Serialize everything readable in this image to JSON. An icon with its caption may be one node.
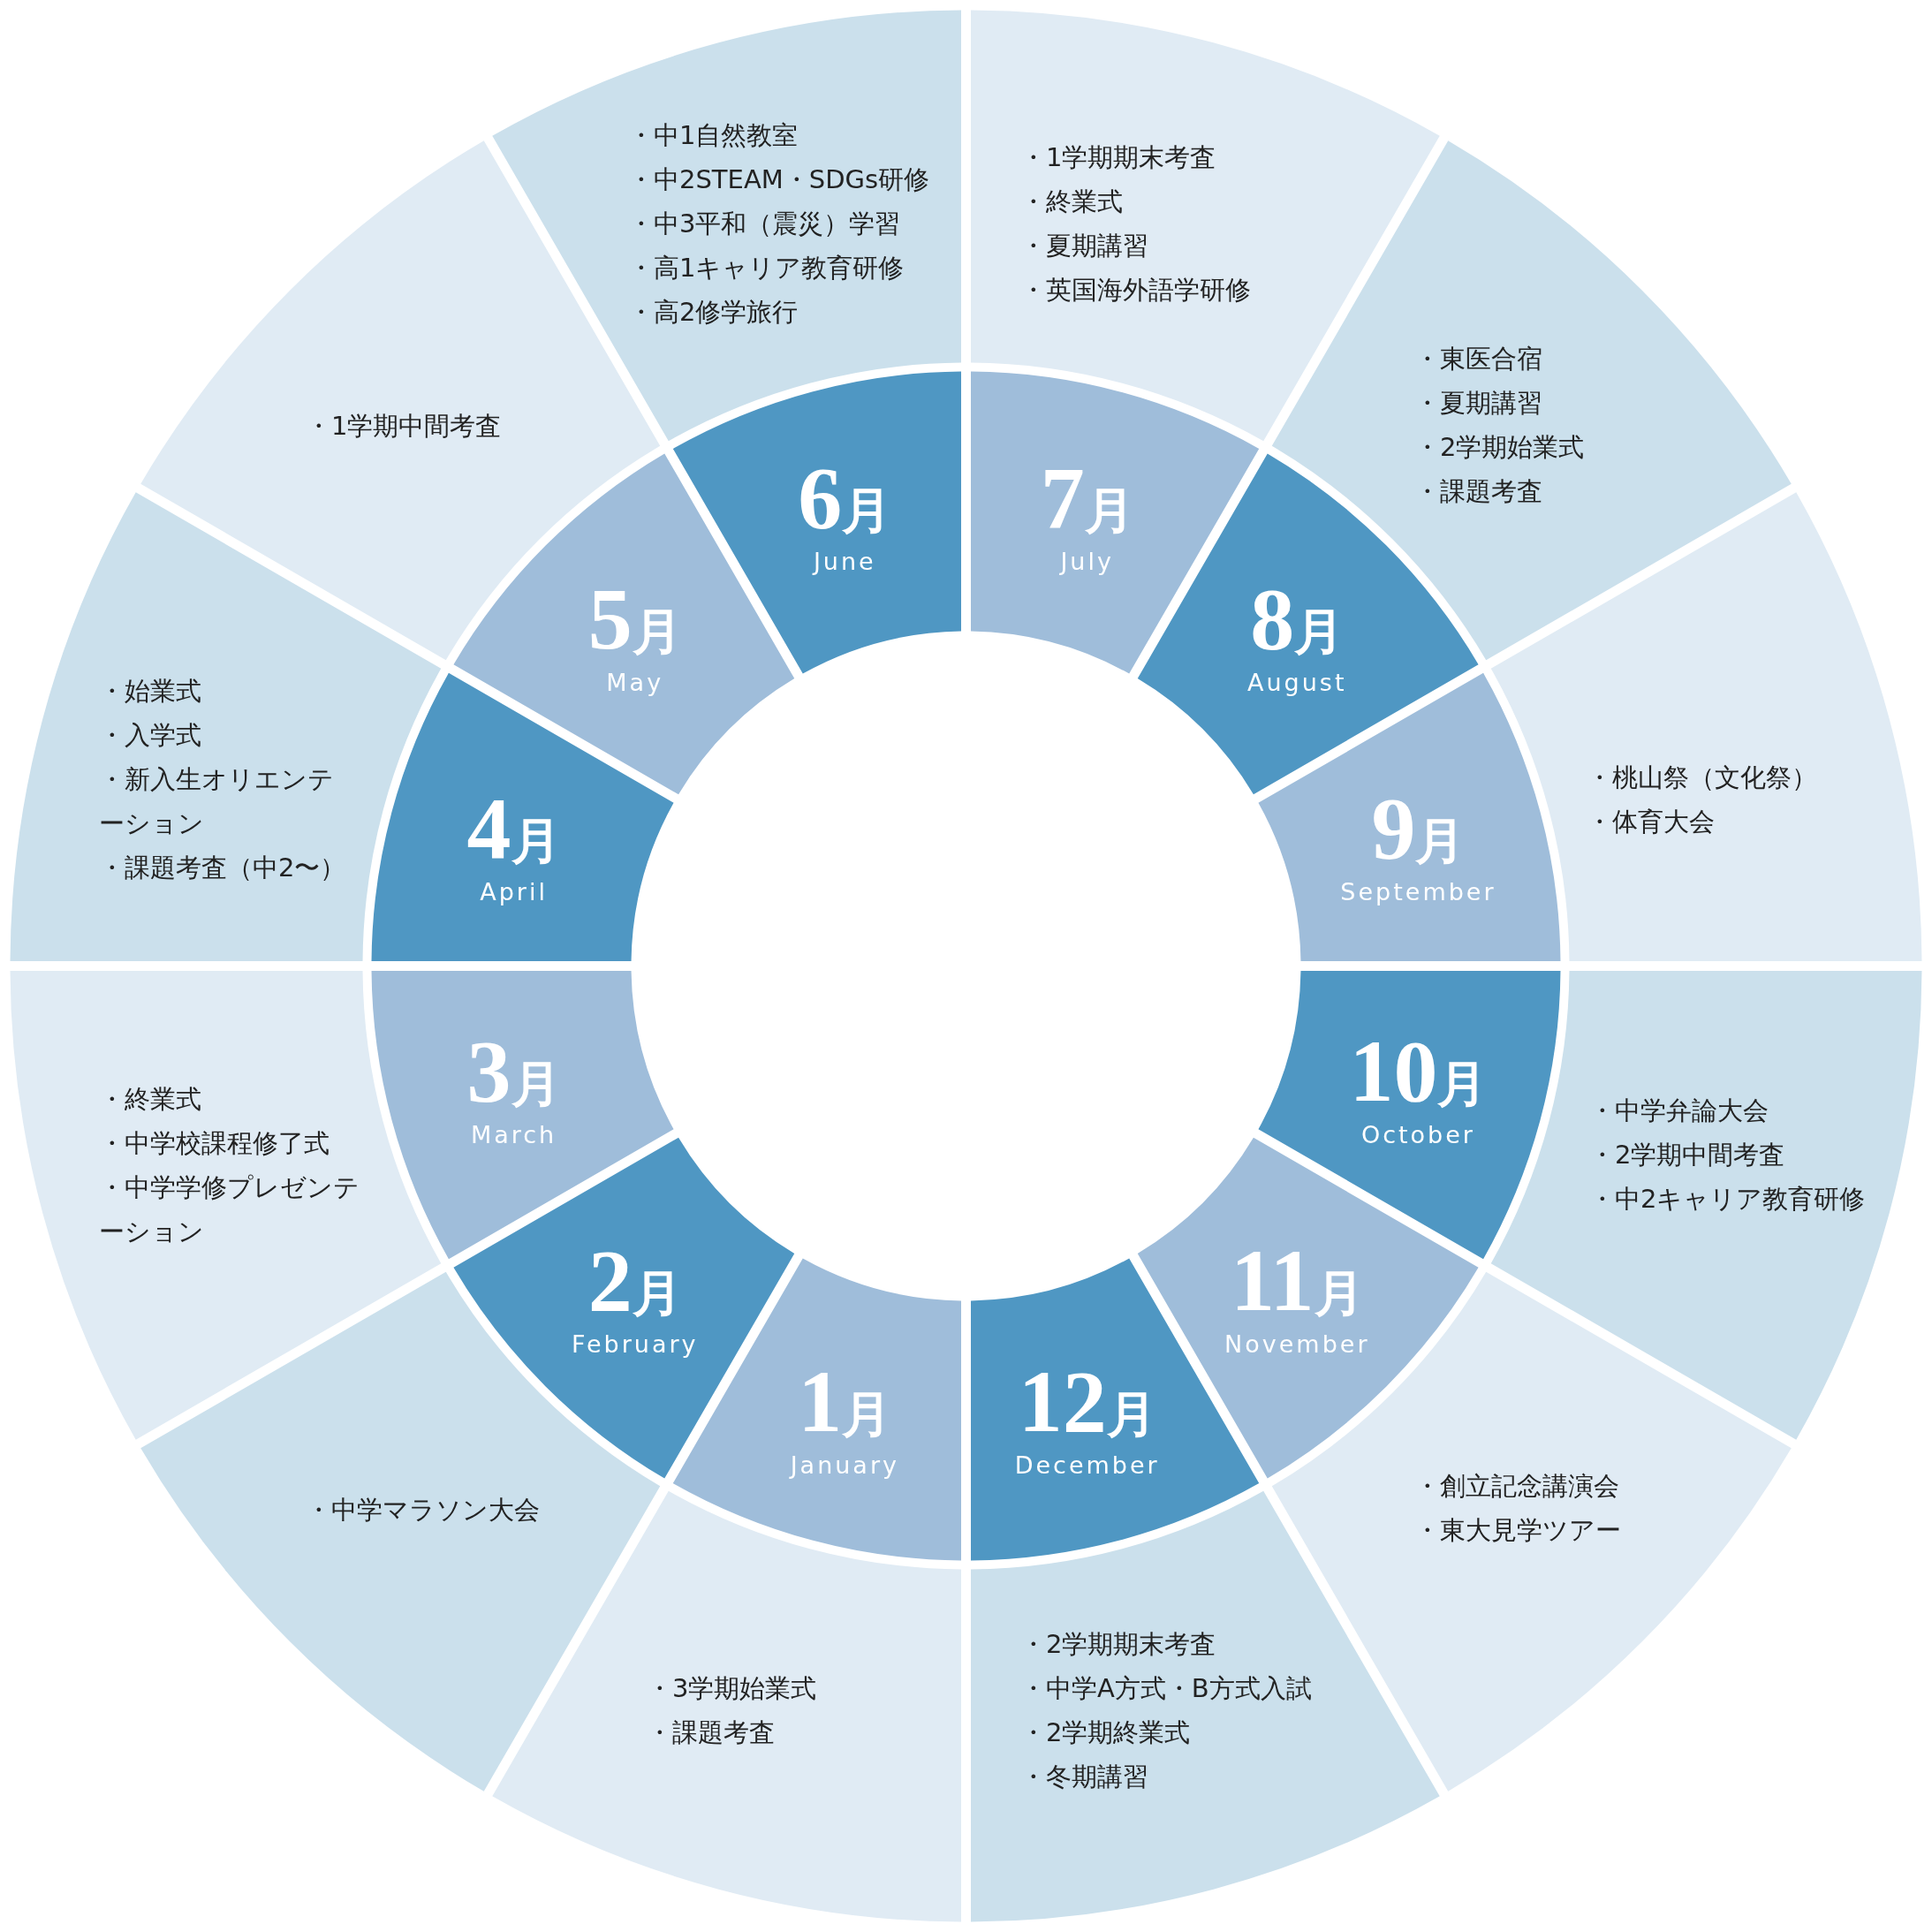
{
  "diagram": {
    "nodes": [
      {
        "text": [
          "1月",
          "January"
        ]
      },
      {
        "text": [
          "・3学期始業式",
          "・課題考査"
        ]
      },
      {
        "text": [
          "2月",
          "February"
        ]
      },
      {
        "text": [
          "・中学マラソン大会"
        ]
      },
      {
        "text": [
          "3月",
          "March"
        ]
      },
      {
        "text": [
          "・終業式",
          "・中学校課程修了式",
          "・中学学修プレゼンテーション"
        ]
      },
      {
        "text": [
          "4月",
          "April"
        ]
      },
      {
        "text": [
          "・始業式",
          "・入学式",
          "・新入生オリエンテーション",
          "・課題考査（中2〜）"
        ]
      },
      {
        "text": [
          "5月",
          "May"
        ]
      },
      {
        "text": [
          "・1学期中間考査"
        ]
      },
      {
        "text": [
          "6月",
          "June"
        ]
      },
      {
        "text": [
          "・中1自然教室",
          "・中2STEAM・SDGs研修",
          "・中3平和（震災）学習",
          "・高1キャリア教育研修",
          "・高2修学旅行"
        ]
      },
      {
        "text": [
          "7月",
          "July"
        ]
      },
      {
        "text": [
          "・1学期期末考査",
          "・終業式",
          "・夏期講習",
          "・英国海外語学研修"
        ]
      },
      {
        "text": [
          "8月",
          "August"
        ]
      },
      {
        "text": [
          "・東医合宿",
          "・夏期講習",
          "・2学期始業式",
          "・課題考査"
        ]
      },
      {
        "text": [
          "9月",
          "September"
        ]
      },
      {
        "text": [
          "・桃山祭（文化祭）",
          "・体育大会"
        ]
      },
      {
        "text": [
          "10月",
          "October"
        ]
      },
      {
        "text": [
          "・中学弁論大会",
          "・2学期中間考査",
          "・中2キャリア教育研修"
        ]
      },
      {
        "text": [
          "11月",
          "November"
        ]
      },
      {
        "text": [
          "・創立記念講演会",
          "・東大見学ツアー"
        ]
      },
      {
        "text": [
          "12月",
          "December"
        ]
      },
      {
        "text": [
          "・2学期期末考査",
          "・中学A方式・B方式入試",
          "・2学期終業式",
          "・冬期講習"
        ]
      }
    ]
  }
}
